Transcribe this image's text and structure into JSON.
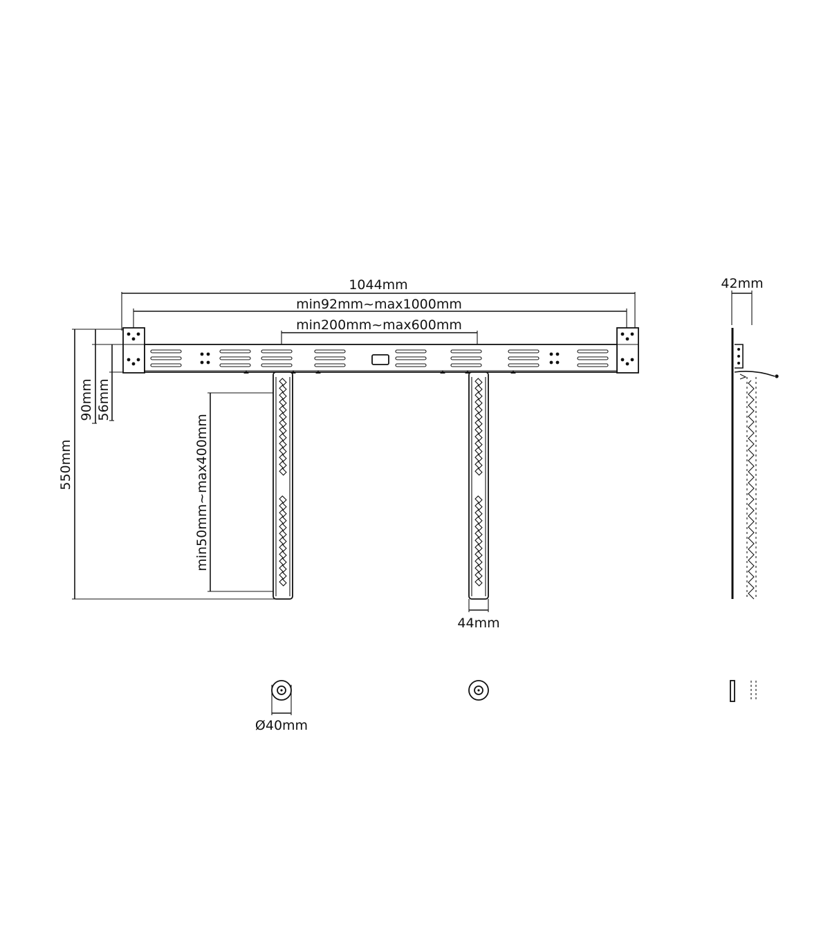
{
  "dimensions": {
    "overall_width": "1044mm",
    "vesa_width_range": "min92mm~max1000mm",
    "arm_spacing_range": "min200mm~max600mm",
    "overall_height": "550mm",
    "bar_height": "90mm",
    "offset_height": "56mm",
    "arm_length_range": "min50mm~max400mm",
    "arm_width": "44mm",
    "depth": "42mm",
    "arm_diameter": "Ø40mm"
  },
  "colors": {
    "line": "#111111",
    "background": "#ffffff"
  }
}
